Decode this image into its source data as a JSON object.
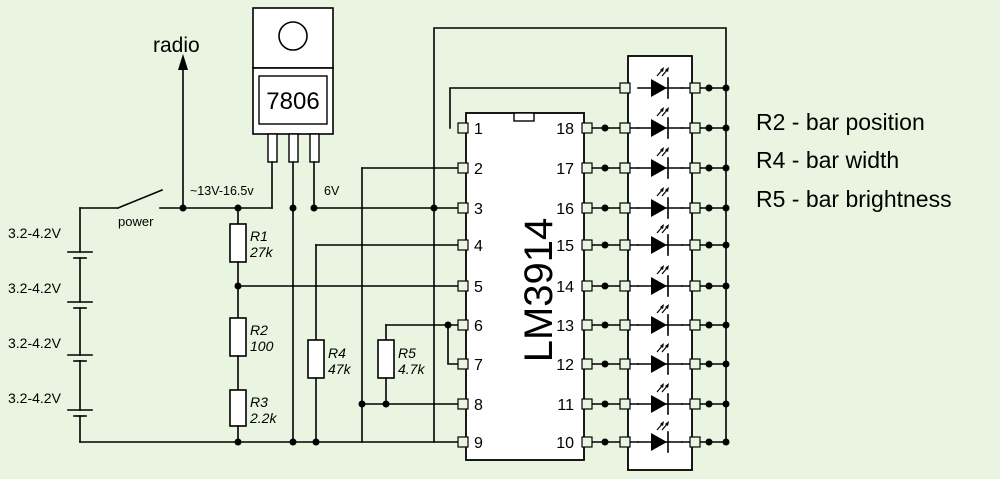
{
  "labels": {
    "radio": "radio",
    "regulator": "7806",
    "vin": "~13V-16.5v",
    "vout": "6V",
    "power": "power",
    "chip": "LM3914"
  },
  "batteries": [
    "3.2-4.2V",
    "3.2-4.2V",
    "3.2-4.2V",
    "3.2-4.2V"
  ],
  "resistors": {
    "r1": {
      "name": "R1",
      "value": "27k"
    },
    "r2": {
      "name": "R2",
      "value": "100"
    },
    "r3": {
      "name": "R3",
      "value": "2.2k"
    },
    "r4": {
      "name": "R4",
      "value": "47k"
    },
    "r5": {
      "name": "R5",
      "value": "4.7k"
    }
  },
  "pins_left": [
    "1",
    "2",
    "3",
    "4",
    "5",
    "6",
    "7",
    "8",
    "9"
  ],
  "pins_right": [
    "18",
    "17",
    "16",
    "15",
    "14",
    "13",
    "12",
    "11",
    "10"
  ],
  "legend": [
    "R2 - bar position",
    "R4 - bar width",
    "R5 - bar brightness"
  ]
}
